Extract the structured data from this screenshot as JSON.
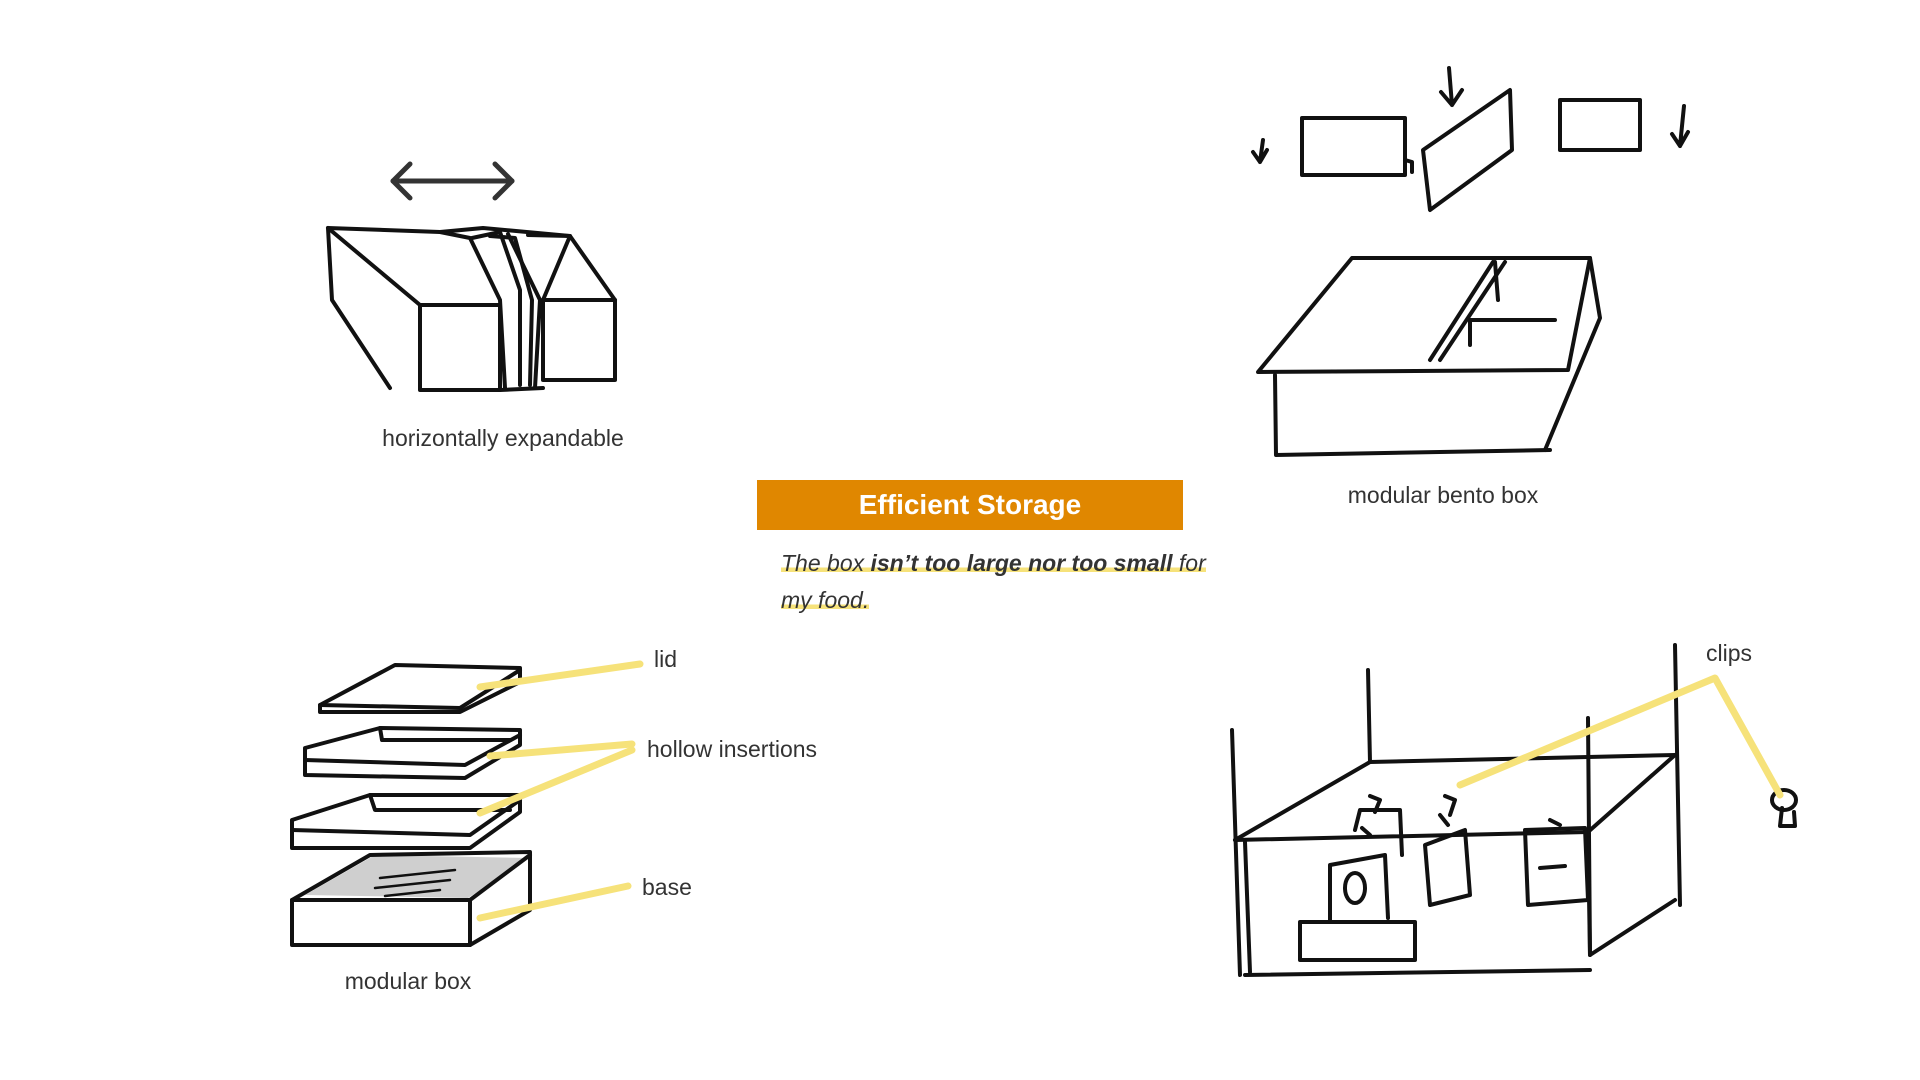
{
  "title": "Efficient Storage",
  "caption": {
    "part1": "The box ",
    "emphasis": "isn’t too large nor too small",
    "part2": " for my food."
  },
  "sketches": {
    "top_left": {
      "label": "horizontally expandable",
      "icon": "double-arrow-icon"
    },
    "top_right": {
      "label": "modular bento box",
      "icon": "down-arrow-icon"
    },
    "bottom_left": {
      "label": "modular box",
      "parts": [
        "lid",
        "hollow insertions",
        "base"
      ]
    },
    "bottom_right": {
      "callout": "clips"
    }
  },
  "colors": {
    "title_bg": "#e08700",
    "highlight": "#f6e27a",
    "ink": "#111111"
  }
}
